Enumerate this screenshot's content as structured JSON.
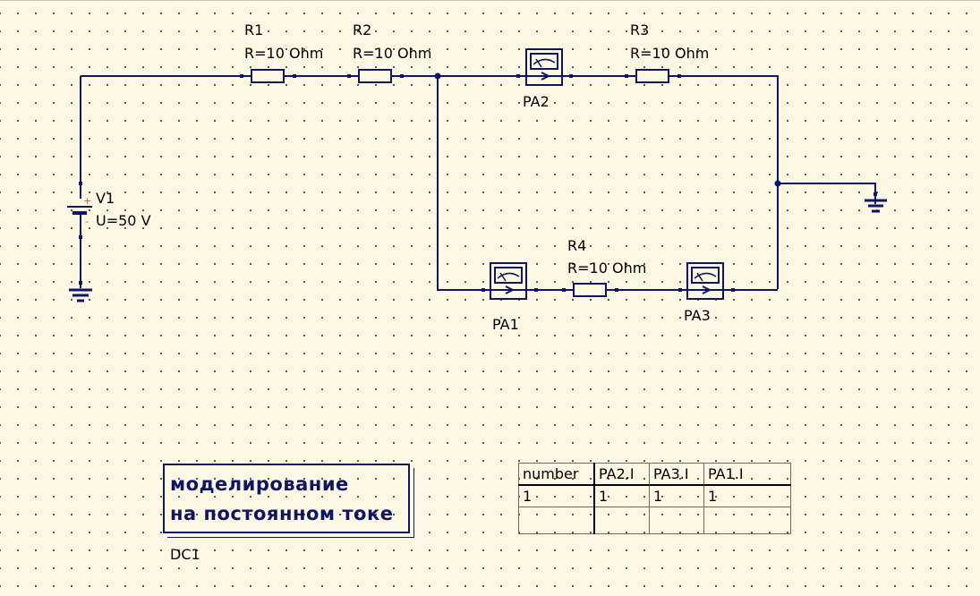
{
  "schematic": {
    "source": {
      "name": "V1",
      "value": "U=50 V",
      "plus": "+",
      "minus": "-"
    },
    "resistors": [
      {
        "name": "R1",
        "value": "R=10 Ohm"
      },
      {
        "name": "R2",
        "value": "R=10 Ohm"
      },
      {
        "name": "R3",
        "value": "R=10 Ohm"
      },
      {
        "name": "R4",
        "value": "R=10 Ohm"
      }
    ],
    "ammeters": [
      {
        "name": "PA1"
      },
      {
        "name": "PA2"
      },
      {
        "name": "PA3"
      }
    ],
    "simulation": {
      "name": "DC1",
      "line1": "моделирование",
      "line2": "на постоянном токе"
    },
    "results_table": {
      "headers": [
        "number",
        "PA2.I",
        "PA3.I",
        "PA1.I"
      ],
      "rows": [
        [
          "1",
          "1",
          "1",
          "1"
        ],
        [
          "",
          "",
          "",
          ""
        ]
      ]
    },
    "colors": {
      "wire": "#0f1566",
      "background": "#fdf8e4",
      "plus": "#e05050"
    }
  }
}
